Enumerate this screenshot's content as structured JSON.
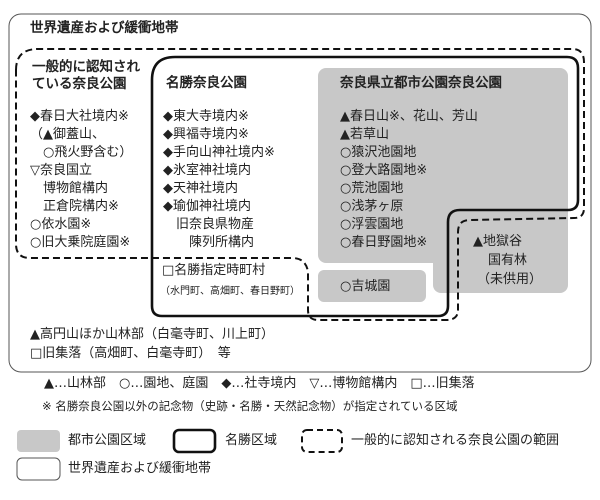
{
  "title": "世界遺産および緩衝地帯",
  "left_group": {
    "heading": [
      "一般的に認知され",
      "ている奈良公園"
    ],
    "items": [
      "◆春日大社境内※",
      "（▲御蓋山、",
      "　○飛火野含む）",
      "▽奈良国立",
      "　博物館構内",
      "　正倉院構内※",
      "○依水園※",
      "○旧大乗院庭園※"
    ]
  },
  "meisho_group": {
    "heading": "名勝奈良公園",
    "items": [
      "◆東大寺境内※",
      "◆興福寺境内※",
      "◆手向山神社境内※",
      "◆氷室神社境内",
      "◆天神社境内",
      "◆瑜伽神社境内",
      "　旧奈良県物産",
      "　　陳列所構内"
    ],
    "village": "□名勝指定時町村",
    "village_detail": "（水門町、高畑町、春日野町）"
  },
  "city_park_group": {
    "heading": "奈良県立都市公園奈良公園",
    "items": [
      "▲春日山※、花山、芳山",
      "▲若草山",
      "○猿沢池園地",
      "○登大路園地※",
      "○荒池園地",
      "○浅茅ヶ原",
      "○浮雲園地",
      "○春日野園地※"
    ],
    "yoshikien": "○吉城園"
  },
  "jigokudani": [
    "▲地獄谷",
    "国有林",
    "（未供用）"
  ],
  "outer_items": [
    "▲高円山ほか山林部（白毫寺町、川上町）",
    "□旧集落（高畑町、白毫寺町）　等"
  ],
  "symbol_key": "▲…山林部　○…園地、庭園　◆…社寺境内　▽…博物館構内　□…旧集落",
  "footnote": "※ 名勝奈良公園以外の記念物（史跡・名勝・天然記念物）が指定されている区域",
  "legend": [
    {
      "label": "都市公園区域",
      "style": "gray-fill"
    },
    {
      "label": "名勝区域",
      "style": "thick-solid"
    },
    {
      "label": "一般的に認知される奈良公園の範囲",
      "style": "dashed"
    },
    {
      "label": "世界遺産および緩衝地帯",
      "style": "thin-solid"
    }
  ],
  "colors": {
    "city_park": "#c8c8c8",
    "line": "#111111",
    "thin": "#555555"
  }
}
